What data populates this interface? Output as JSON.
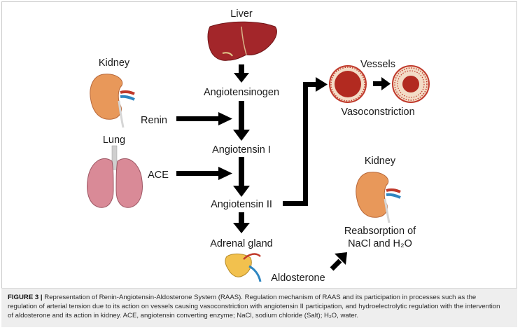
{
  "nodes": {
    "liver": "Liver",
    "kidney_top": "Kidney",
    "renin": "Renin",
    "lung": "Lung",
    "ace": "ACE",
    "angiotensinogen": "Angiotensinogen",
    "angiotensin_1": "Angiotensin I",
    "angiotensin_2": "Angiotensin II",
    "adrenal_gland": "Adrenal gland",
    "aldosterone": "Aldosterone",
    "vessels": "Vessels",
    "vasoconstriction": "Vasoconstriction",
    "kidney_right": "Kidney",
    "reabsorption_line1": "Reabsorption of",
    "reabsorption_line2": "NaCl and H₂O"
  },
  "caption": {
    "label": "FIGURE 3 |",
    "line1": "Representation of Renin-Angiotensin-Aldosterone System (RAAS). Regulation mechanism of RAAS and its participation in processes such as the",
    "line2": "regulation of arterial tension due to its action on vessels causing vasoconstriction with angiotensin II participation, and hydroelectrolytic regulation with the intervention",
    "line3": "of aldosterone and its action in kidney. ACE, angiotensin converting enzyme; NaCl, sodium chloride (Salt); H₂O, water."
  },
  "colors": {
    "liver": "#a3262a",
    "kidney": "#e8985a",
    "lung": "#d98a97",
    "vessel_wall": "#c0392b",
    "vessel_lumen": "#b22a20",
    "adrenal": "#f2c14e",
    "arrow": "#000000"
  }
}
